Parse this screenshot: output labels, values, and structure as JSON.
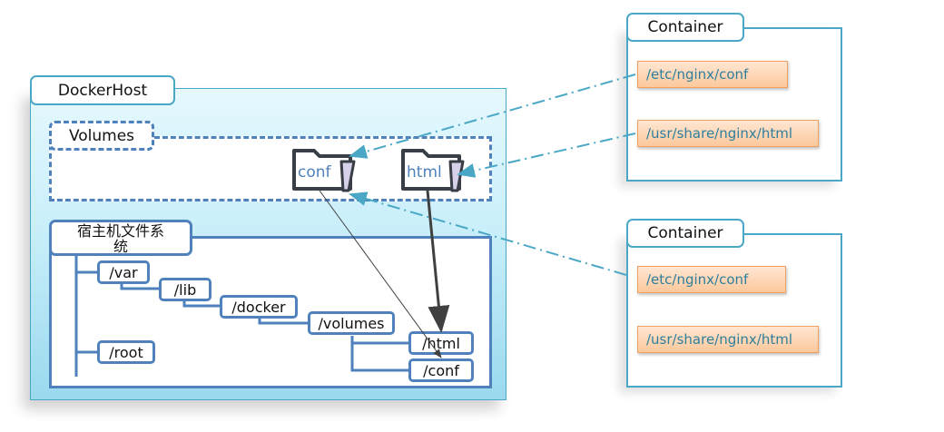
{
  "docker_host": {
    "title": "DockerHost",
    "volumes": {
      "title": "Volumes",
      "folders": [
        {
          "name": "conf",
          "icon": "folder-icon"
        },
        {
          "name": "html",
          "icon": "folder-icon"
        }
      ]
    },
    "host_fs": {
      "title_line1": "宿主机文件系",
      "title_line2": "统",
      "nodes": {
        "var": "/var",
        "lib": "/lib",
        "docker": "/docker",
        "volumes": "/volumes",
        "html": "/html",
        "conf": "/conf",
        "root": "/root"
      }
    }
  },
  "containers": [
    {
      "title": "Container",
      "paths": [
        "/etc/nginx/conf",
        "/usr/share/nginx/html"
      ]
    },
    {
      "title": "Container",
      "paths": [
        "/etc/nginx/conf",
        "/usr/share/nginx/html"
      ]
    }
  ],
  "colors": {
    "host_border": "#4aa8c6",
    "tree_blue": "#4f81bd",
    "mount_line": "#4aa8c6",
    "path_fill": "#fcc89c",
    "path_text": "#2e7f9e"
  }
}
